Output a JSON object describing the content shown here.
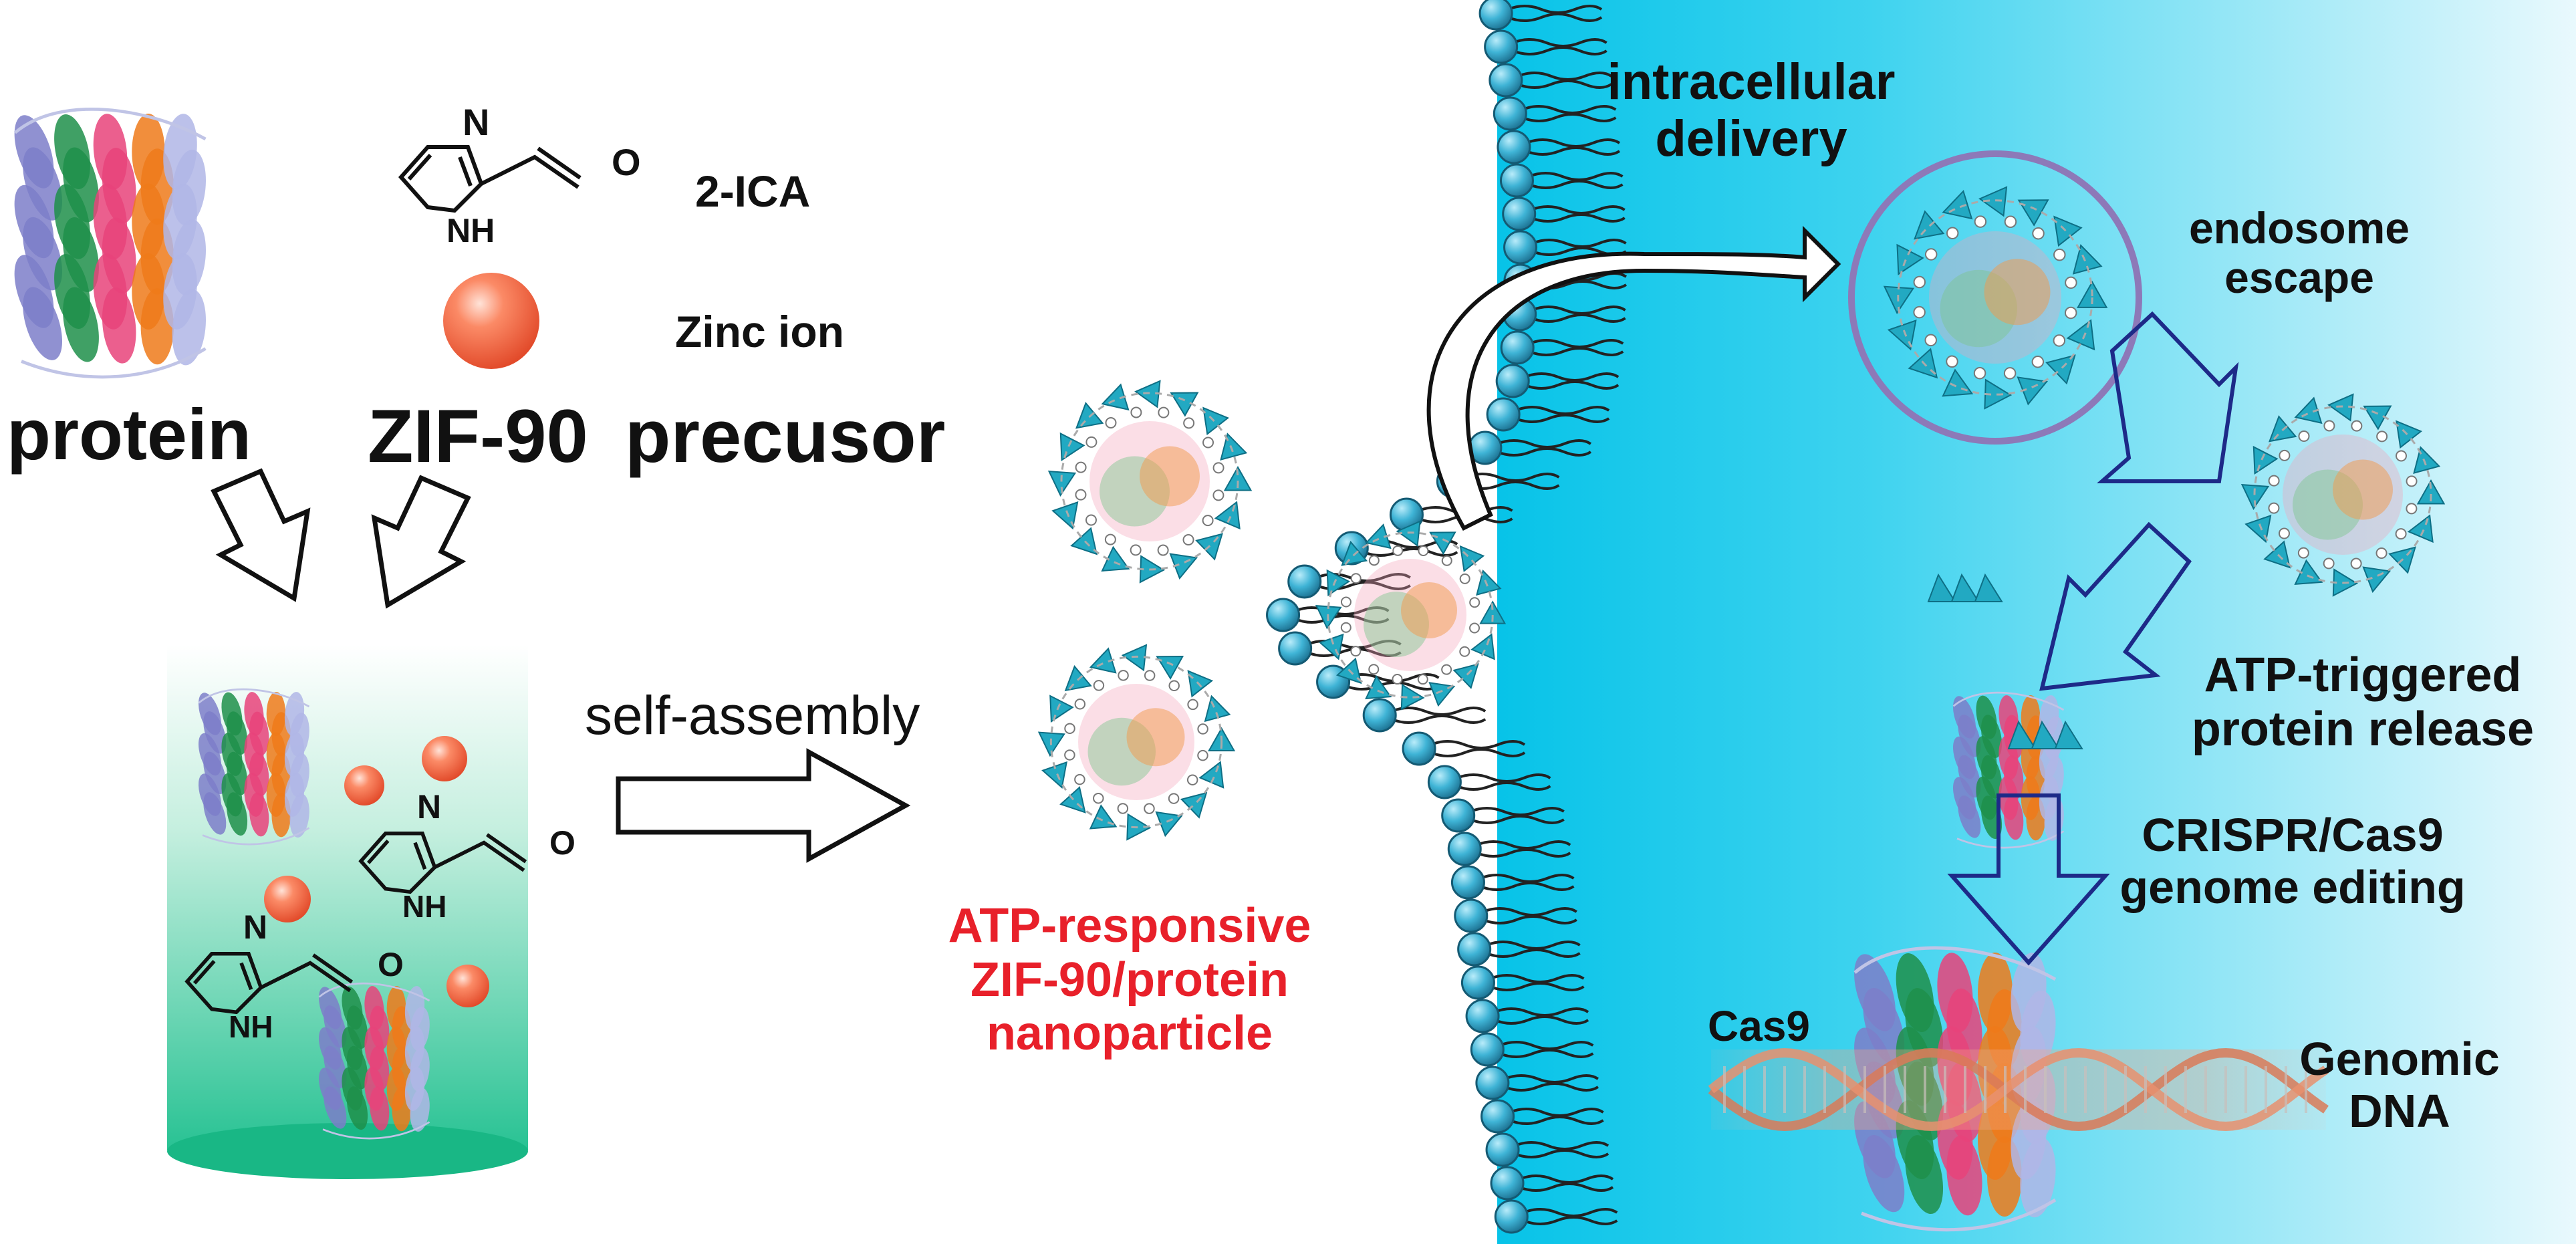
{
  "labels": {
    "protein": "protein",
    "ica": "2-ICA",
    "zinc_ion": "Zinc ion",
    "zif90": "ZIF-90",
    "precursor": "precusor",
    "self_assembly": "self-assembly",
    "nanoparticle_line1": "ATP-responsive",
    "nanoparticle_line2": "ZIF-90/protein",
    "nanoparticle_line3": "nanoparticle",
    "delivery_line1": "intracellular",
    "delivery_line2": "delivery",
    "endosome_line1": "endosome",
    "endosome_line2": "escape",
    "release_line1": "ATP-triggered",
    "release_line2": "protein release",
    "crispr_line1": "CRISPR/Cas9",
    "crispr_line2": "genome editing",
    "cas9": "Cas9",
    "dna_line1": "Genomic",
    "dna_line2": "DNA"
  },
  "molecule_atoms": {
    "nitrogen": "N",
    "nh": "NH",
    "oxygen": "O"
  },
  "colors": {
    "cell_blue": "#0bc6ea",
    "membrane_head": "#2b8fb1",
    "zinc_orange": "#f46a47",
    "vial_green": "#1fc08f",
    "outline_arrow_blue": "#1d2a88",
    "highlight_red": "#e8202a",
    "cage_teal": "#22a9c2"
  }
}
